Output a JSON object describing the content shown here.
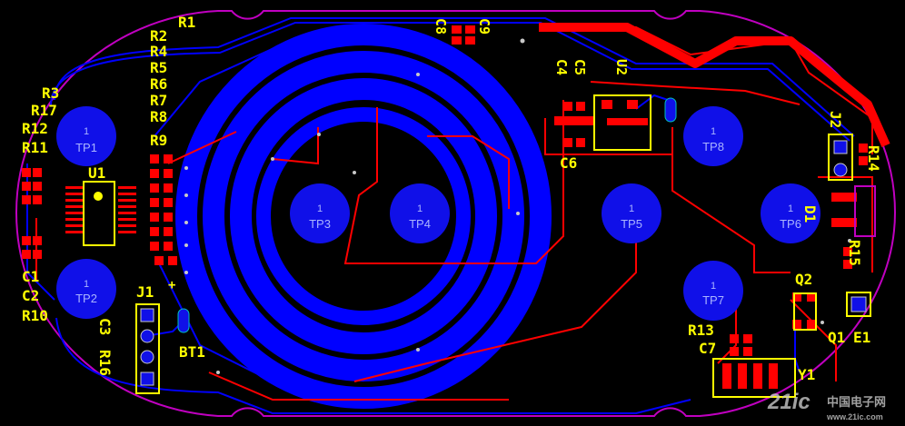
{
  "board": {
    "colors": {
      "background": "#000000",
      "top_copper": "#ff0000",
      "bottom_copper": "#0000ff",
      "outline": "#c000c0",
      "silkscreen": "#ffff00",
      "test_pad": "#1010e8",
      "pad_text": "#aab4ff",
      "via": "#c8c8c8"
    },
    "test_points": [
      {
        "id": "tp1",
        "name": "TP1",
        "number": "1"
      },
      {
        "id": "tp2",
        "name": "TP2",
        "number": "1"
      },
      {
        "id": "tp3",
        "name": "TP3",
        "number": "1"
      },
      {
        "id": "tp4",
        "name": "TP4",
        "number": "1"
      },
      {
        "id": "tp5",
        "name": "TP5",
        "number": "1"
      },
      {
        "id": "tp6",
        "name": "TP6",
        "number": "1"
      },
      {
        "id": "tp7",
        "name": "TP7",
        "number": "1"
      },
      {
        "id": "tp8",
        "name": "TP8",
        "number": "1"
      }
    ],
    "designators": {
      "r1": "R1",
      "r2": "R2",
      "r4": "R4",
      "r5": "R5",
      "r6": "R6",
      "r7": "R7",
      "r8": "R8",
      "r9": "R9",
      "r3": "R3",
      "r17": "R17",
      "r12": "R12",
      "r11": "R11",
      "u1": "U1",
      "c1": "C1",
      "c2": "C2",
      "r10": "R10",
      "j1": "J1",
      "c3": "C3",
      "r16": "R16",
      "bt1": "BT1",
      "c8": "C8",
      "c9": "C9",
      "c5": "C5",
      "c4": "C4",
      "u2": "U2",
      "c6": "C6",
      "j2": "J2",
      "r14": "R14",
      "d1": "D1",
      "r15": "R15",
      "q2": "Q2",
      "q1": "Q1",
      "e1": "E1",
      "r13": "R13",
      "c7": "C7",
      "y1": "Y1",
      "plus": "+"
    },
    "watermark": {
      "logo": "21ic",
      "text": "中国电子网",
      "url": "www.21ic.com"
    }
  }
}
